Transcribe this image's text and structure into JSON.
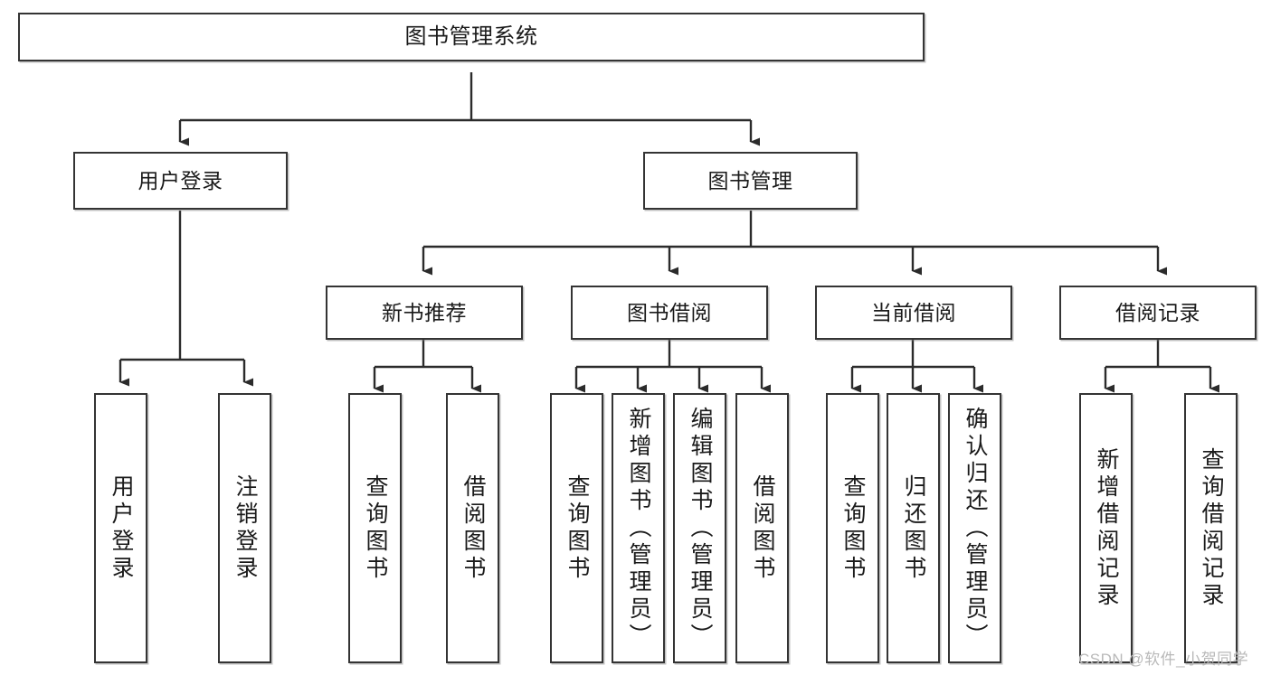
{
  "diagram": {
    "title": "图书管理系统",
    "type": "tree",
    "root": {
      "id": "root",
      "label": "图书管理系统"
    },
    "level1": [
      {
        "id": "user-login",
        "label": "用户登录"
      },
      {
        "id": "book-management",
        "label": "图书管理"
      }
    ],
    "level2": [
      {
        "id": "new-book-recommend",
        "label": "新书推荐",
        "parent": "book-management"
      },
      {
        "id": "book-borrow",
        "label": "图书借阅",
        "parent": "book-management"
      },
      {
        "id": "current-borrow",
        "label": "当前借阅",
        "parent": "book-management"
      },
      {
        "id": "borrow-record",
        "label": "借阅记录",
        "parent": "book-management"
      }
    ],
    "leaves": [
      {
        "id": "leaf-user-login",
        "label": "用户登录",
        "parent": "user-login"
      },
      {
        "id": "leaf-logout-login",
        "label": "注销登录",
        "parent": "user-login"
      },
      {
        "id": "leaf-query-book-1",
        "label": "查询图书",
        "parent": "new-book-recommend"
      },
      {
        "id": "leaf-borrow-book-1",
        "label": "借阅图书",
        "parent": "new-book-recommend"
      },
      {
        "id": "leaf-query-book-2",
        "label": "查询图书",
        "parent": "book-borrow"
      },
      {
        "id": "leaf-add-book",
        "label": "新增图书（管理员）",
        "parent": "book-borrow"
      },
      {
        "id": "leaf-edit-book",
        "label": "编辑图书（管理员）",
        "parent": "book-borrow"
      },
      {
        "id": "leaf-borrow-book-2",
        "label": "借阅图书",
        "parent": "book-borrow"
      },
      {
        "id": "leaf-query-book-3",
        "label": "查询图书",
        "parent": "current-borrow"
      },
      {
        "id": "leaf-return-book",
        "label": "归还图书",
        "parent": "current-borrow"
      },
      {
        "id": "leaf-confirm-return",
        "label": "确认归还（管理员）",
        "parent": "current-borrow"
      },
      {
        "id": "leaf-add-record",
        "label": "新增借阅记录",
        "parent": "borrow-record"
      },
      {
        "id": "leaf-query-record",
        "label": "查询借阅记录",
        "parent": "borrow-record"
      }
    ],
    "colors": {
      "border": "#343434",
      "background": "#ffffff",
      "text": "#1a1a1a",
      "connector": "#2b2b2b",
      "watermark": "#b9b9b9"
    }
  },
  "watermark": {
    "text": "CSDN @软件_小贺同学"
  }
}
